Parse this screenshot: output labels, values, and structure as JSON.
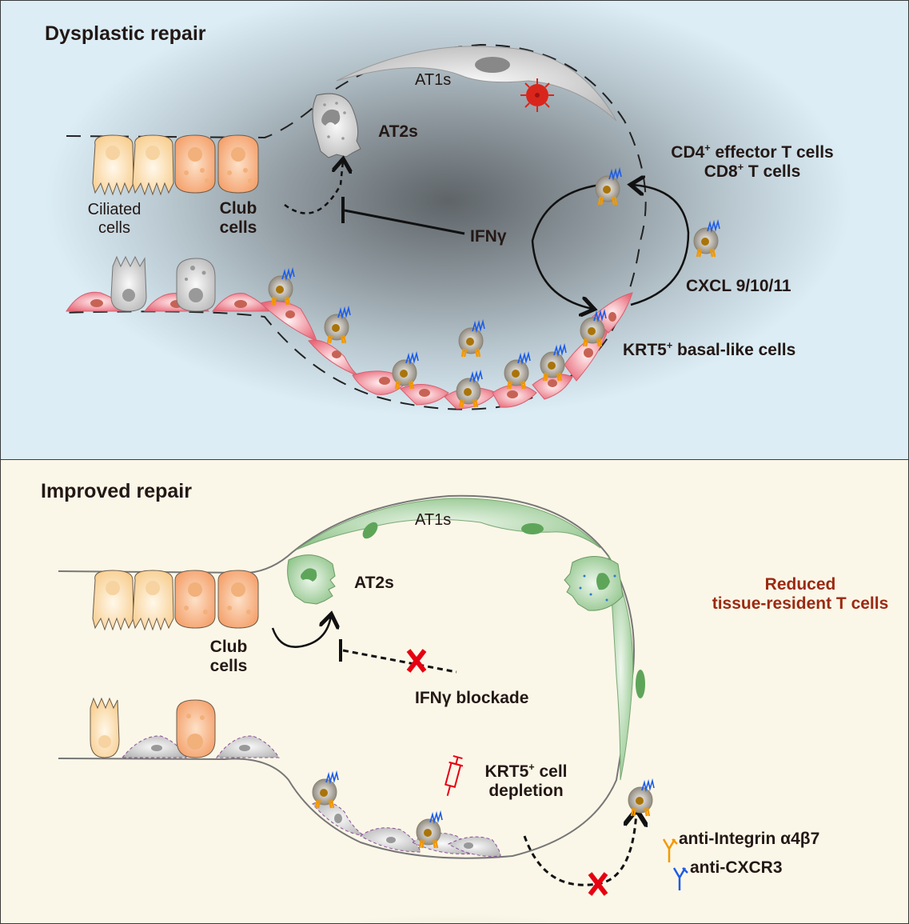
{
  "top_panel": {
    "title": "Dysplastic repair",
    "labels": {
      "at1s": "AT1s",
      "at2s": "AT2s",
      "ciliated_1": "Ciliated",
      "ciliated_2": "cells",
      "club_1": "Club",
      "club_2": "cells",
      "ifng": "IFNγ",
      "cd4_pre": "CD4",
      "cd4_sup": "+",
      "cd4_post": " effector T cells",
      "cd8_pre": "CD8",
      "cd8_sup": "+",
      "cd8_post": " T cells",
      "cxcl": "CXCL 9/10/11",
      "krt5_pre": "KRT5",
      "krt5_sup": "+",
      "krt5_post": " basal-like cells"
    },
    "icons": [
      "virus-icon",
      "t-cell-icon",
      "at2-cell-icon",
      "inhibition-arrow-icon"
    ]
  },
  "bottom_panel": {
    "title": "Improved repair",
    "labels": {
      "at1s": "AT1s",
      "at2s": "AT2s",
      "club_1": "Club",
      "club_2": "cells",
      "ifng_blockade": "IFNγ blockade",
      "krt5_pre": "KRT5",
      "krt5_sup": "+",
      "krt5_post": " cell",
      "depletion": "depletion",
      "reduced_1": "Reduced",
      "reduced_2": "tissue-resident T cells",
      "anti_integrin": "anti-Integrin α4β7",
      "anti_cxcr3": "anti-CXCR3"
    },
    "icons": [
      "syringe-icon",
      "blocked-x-icon",
      "antibody-icon"
    ]
  },
  "colors": {
    "top_bg": "#dcedf5",
    "bottom_bg": "#fbf7e8",
    "reduced_text": "#9b2a12",
    "block_x": "#e60012",
    "antibody_orange": "#f39800",
    "antibody_blue": "#1d5ce6",
    "virus": "#d9261c",
    "basal_cell": "#f2a4ad",
    "at_green": "#8fc48a"
  }
}
